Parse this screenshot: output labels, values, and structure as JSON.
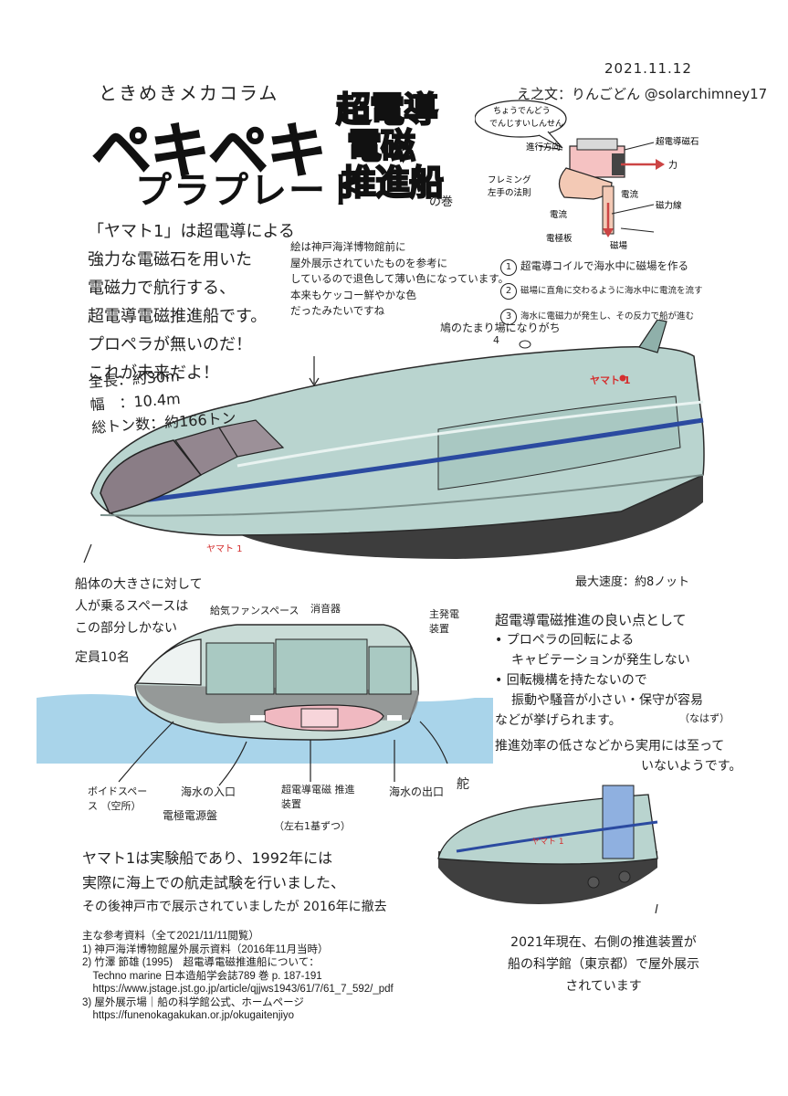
{
  "header": {
    "series": "ときめきメカコラム",
    "title": "ペキペキ",
    "subtitle": "プラプレート",
    "stamp_lines": [
      "超電導",
      "電磁",
      "推進船"
    ],
    "stamp_suffix": "の巻",
    "date": "2021.11.12",
    "credit": "え之文：りんごどん @solarchimney17"
  },
  "diagram": {
    "bubble": "ちょうでんどう でんじすいしんせん",
    "labels": {
      "direction": "進行方向",
      "magnet": "超電導磁石",
      "force": "力",
      "current": "電流",
      "field": "磁力線",
      "fleming": "フレミング 左手の法則",
      "current2": "電流",
      "electrode": "電極板",
      "magnetic": "磁場"
    },
    "steps": [
      {
        "num": "1",
        "text": "超電導コイルで海水中に磁場を作る"
      },
      {
        "num": "2",
        "text": "磁場に直角に交わるように海水中に電流を流す"
      },
      {
        "num": "3",
        "text": "海水に電磁力が発生し、その反力で船が進む"
      }
    ]
  },
  "intro": {
    "lines": [
      "「ヤマト1」は超電導による",
      "強力な電磁石を用いた",
      "電磁力で航行する、",
      "超電導電磁推進船です。",
      "プロペラが無いのだ！",
      "これが未来だよ！"
    ]
  },
  "note": {
    "lines": [
      "絵は神戸海洋博物館前に",
      "屋外展示されていたものを参考に",
      "しているので退色して薄い色になっています。",
      "本来もケッコー鮮やかな色",
      "だったみたいですね"
    ]
  },
  "specs": {
    "lines": [
      "全長：約30m",
      "幅　：10.4m",
      "総トン数：約166トン"
    ]
  },
  "ship": {
    "bird_note": "鳩のたまり場になりがち",
    "bird_num": "4",
    "name_label": "ヤマト 1",
    "hull_label": "ヤマト 1",
    "speed": "最大速度：約8ノット"
  },
  "cutaway": {
    "note_lines": [
      "船体の大きさに対して",
      "人が乗るスペースは",
      "この部分しかない",
      "定員10名"
    ],
    "labels": {
      "fan": "給気ファンスペース",
      "muffler": "消音器",
      "generator": "主発電 装置",
      "void": "ボイドスペース （空所）",
      "inlet": "海水の入口",
      "electrode_box": "電極電源盤",
      "thruster": "超電導電磁 推進装置",
      "thruster_sub": "（左右1基ずつ）",
      "outlet": "海水の出口",
      "rudder": "舵"
    }
  },
  "advantages": {
    "title": "超電導電磁推進の良い点として",
    "lines": [
      "• プロペラの回転による",
      "キャビテーションが発生しない",
      "• 回転機構を持たないので",
      "振動や騒音が小さい・保守が容易",
      "などが挙げられます。",
      "推進効率の低さなどから実用には至って",
      "いないようです。"
    ],
    "aside": "（なはず）"
  },
  "bottom": {
    "lines": [
      "ヤマト1は実験船であり、1992年には",
      "実際に海上での航走試験を行いました、",
      "その後神戸市で展示されていましたが 2016年に撤去"
    ]
  },
  "references": {
    "lines": [
      "主な参考資料（全て2021/11/11閲覧）",
      "1) 神戸海洋博物館屋外展示資料（2016年11月当時）",
      "2) 竹澤 節雄 (1995)　超電導電磁推進船について：",
      "　Techno marine 日本造船学会誌789 巻 p. 187-191",
      "　https://www.jstage.jst.go.jp/article/qjjws1943/61/7/61_7_592/_pdf",
      "3) 屋外展示場｜船の科学館公式、ホームページ",
      "　https://funenokagakukan.or.jp/okugaitenjiyo"
    ]
  },
  "display": {
    "lines": [
      "2021年現在、右側の推進装置が",
      "船の科学館（東京都）で屋外展示",
      "されています"
    ]
  }
}
